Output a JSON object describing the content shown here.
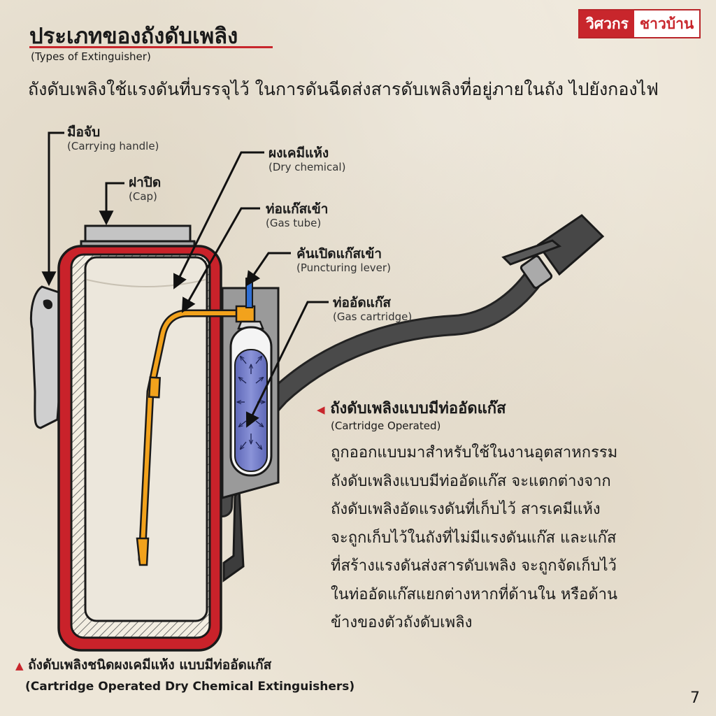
{
  "brand": {
    "left": "วิศวกร",
    "right": "ชาวบ้าน"
  },
  "title": "ประเภทของถังดับเพลิง",
  "title_en": "(Types of Extinguisher)",
  "intro": "ถังดับเพลิงใช้แรงดันที่บรรจุไว้ ในการดันฉีดส่งสารดับเพลิงที่อยู่ภายในถัง ไปยังกองไฟ",
  "labels": {
    "handle": {
      "th": "มือจับ",
      "en": "(Carrying handle)"
    },
    "cap": {
      "th": "ฝาปิด",
      "en": "(Cap)"
    },
    "dry": {
      "th": "ผงเคมีแห้ง",
      "en": "(Dry chemical)"
    },
    "gastube": {
      "th": "ท่อแก๊สเข้า",
      "en": "(Gas tube)"
    },
    "lever": {
      "th": "คันเปิดแก๊สเข้า",
      "en": "(Puncturing lever)"
    },
    "cartridge": {
      "th": "ท่ออัดแก๊ส",
      "en": "(Gas cartridge)"
    }
  },
  "section": {
    "heading": "ถังดับเพลิงแบบมีท่ออัดแก๊ส",
    "heading_en": "(Cartridge Operated)",
    "lines": [
      "ถูกออกแบบมาสำหรับใช้ในงานอุตสาหกรรม",
      "ถังดับเพลิงแบบมีท่ออัดแก๊ส จะแตกต่างจาก",
      "ถังดับเพลิงอัดแรงดันที่เก็บไว้ สารเคมีแห้ง",
      "จะถูกเก็บไว้ในถังที่ไม่มีแรงดันแก๊ส และแก๊ส",
      "ที่สร้างแรงดันส่งสารดับเพลิง จะถูกจัดเก็บไว้",
      "ในท่ออัดแก๊สแยกต่างหากที่ด้านใน หรือด้าน",
      "ข้างของตัวถังดับเพลิง"
    ]
  },
  "caption": {
    "th": "ถังดับเพลิงชนิดผงเคมีแห้ง แบบมีท่ออัดแก๊ส",
    "en": "(Cartridge Operated Dry Chemical Extinguishers)"
  },
  "page_number": "7",
  "colors": {
    "accent": "#c8262c",
    "tank": "#c9222a",
    "tube": "#f2a21c",
    "gas": "#6f79c8",
    "hose": "#333333"
  }
}
